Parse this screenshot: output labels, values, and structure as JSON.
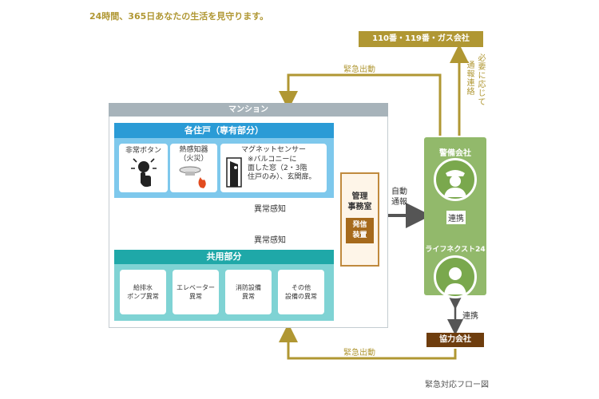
{
  "tagline": "24時間、365日あなたの生活を見守ります。",
  "caption": "緊急対応フロー図",
  "mansion": {
    "title": "マンション",
    "private": {
      "title": "各住戸（専有部分）",
      "emergency_button": "非常ボタン",
      "heat_sensor": "熱感知器\n（火災）",
      "magnet_sensor": {
        "title": "マグネットセンサー",
        "note": "※バルコニーに\n面した窓（2・3階\n住戸のみ）、玄関扉。"
      }
    },
    "common": {
      "title": "共用部分",
      "items": [
        "給排水\nポンプ異常",
        "エレベーター\n異常",
        "消防設備\n異常",
        "その他\n設備の異常"
      ]
    },
    "anomaly_label_1": "異常感知",
    "anomaly_label_2": "異常感知",
    "office": {
      "label": "管理\n事務室",
      "transmitter": "発信\n装置"
    }
  },
  "auto_report": "自動\n通報",
  "police_fire_gas": "110番・119番・ガス会社",
  "emergency_dispatch_top": "緊急出動",
  "emergency_dispatch_bottom": "緊急出動",
  "as_needed_report": "必要に応じて",
  "report_contact": "通報連絡",
  "security_company": "警備会社",
  "life_next": "ライフネクスト24",
  "cooperation_mid": "連携",
  "cooperation_bottom": "連携",
  "partner_company": "協力会社",
  "colors": {
    "gold": "#b09733",
    "blue_header": "#2a9bd6",
    "teal_header": "#1fa8a8",
    "green_panel": "#92b96b",
    "brown": "#6e3d0e",
    "arrow_gray": "#555555"
  }
}
